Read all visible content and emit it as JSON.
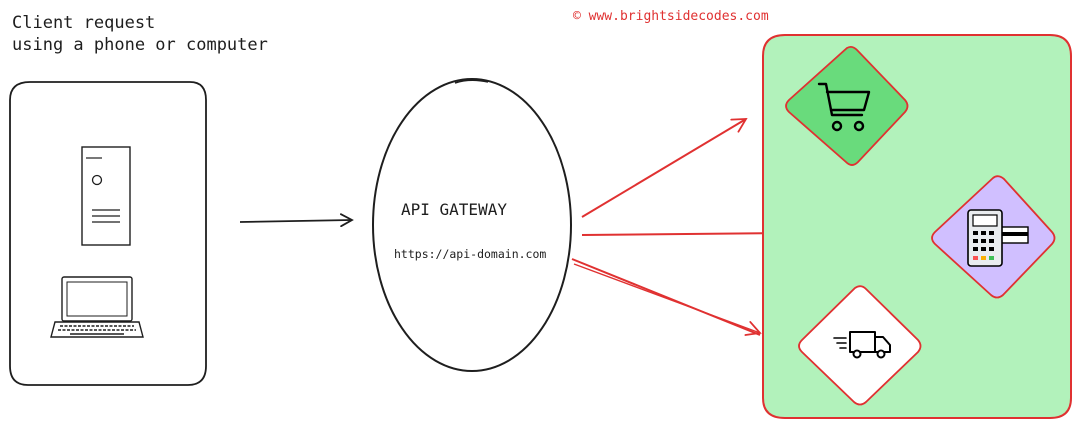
{
  "client": {
    "caption_line1": "Client request",
    "caption_line2": "using a phone or computer",
    "devices": [
      "desktop-tower-icon",
      "laptop-icon"
    ]
  },
  "copyright": "© www.brightsidecodes.com",
  "gateway": {
    "title": "API GATEWAY",
    "url": "https://api-domain.com"
  },
  "services": [
    "shopping-cart-icon",
    "payment-terminal-icon",
    "delivery-truck-icon"
  ],
  "colors": {
    "stroke": "#1e1e1e",
    "accent_red": "#e03131",
    "services_panel_fill": "#b2f2bb",
    "cart_diamond_fill": "#69db7c",
    "payment_diamond_fill": "#d0bfff",
    "truck_diamond_fill": "#ffffff"
  }
}
